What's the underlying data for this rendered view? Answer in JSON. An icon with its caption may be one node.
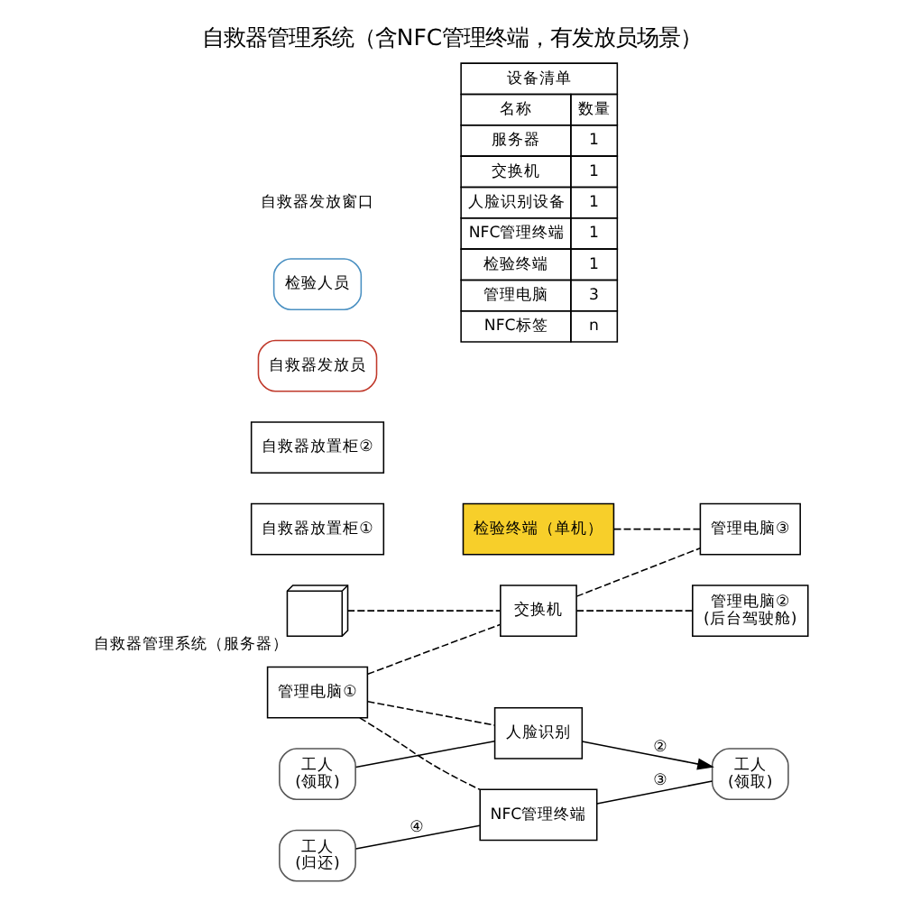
{
  "diagram": {
    "title": "自救器管理系统（含NFC管理终端，有发放员场景）",
    "nodes": [
      {
        "text": [],
        "shape": "computer",
        "beside": [
          "自救器管理系统（服务器）"
        ]
      },
      {
        "text": [
          "自救器放置柜①"
        ]
      },
      {
        "text": [
          "自救器放置柜②"
        ]
      },
      {
        "text": [
          "自救器发放员"
        ]
      },
      {
        "text": [
          "管理电脑①"
        ]
      },
      {
        "text": [
          "NFC管理终端"
        ]
      },
      {
        "text": [
          "工人",
          "(领取)"
        ]
      },
      {
        "text": [
          "人脸识别"
        ]
      },
      {
        "text": [
          "交换机"
        ]
      },
      {
        "text": [
          "管理电脑②",
          "(后台驾驶舱)"
        ]
      },
      {
        "text": [
          "工人",
          "(领取)"
        ]
      },
      {
        "text": [
          "工人",
          "(归还)"
        ]
      },
      {
        "text": [
          "检验人员"
        ]
      },
      {
        "text": [
          "检验终端（单机）"
        ]
      },
      {
        "text": [
          "管理电脑③"
        ]
      }
    ],
    "edges": [
      {
        "from": 0,
        "to": 8,
        "arrow": "none",
        "style": "dashed"
      },
      {
        "from": 4,
        "to": 8,
        "arrow": "none",
        "style": "dashed"
      },
      {
        "from": 8,
        "to": 9,
        "arrow": "none",
        "style": "dashed"
      },
      {
        "from": 4,
        "to": 7,
        "arrow": "none",
        "style": "dashed"
      },
      {
        "from": 4,
        "to": 5,
        "arrow": "none",
        "style": "dashed"
      },
      {
        "from": 8,
        "to": 14,
        "arrow": "none",
        "style": "dashed"
      },
      {
        "from": 13,
        "to": 14,
        "arrow": "none",
        "style": "dashed"
      },
      {
        "from": 7,
        "to": 6,
        "arrow": "to",
        "label": "②"
      },
      {
        "from": 5,
        "to": 6,
        "arrow": "none",
        "label": "③"
      },
      {
        "from": 11,
        "to": 5,
        "arrow": "none",
        "label": "④"
      },
      {
        "from": 10,
        "to": 7,
        "arrow": "none"
      }
    ],
    "labels": [
      "自救器发放窗口",
      "设备清单",
      "名称",
      "数量",
      "服务器",
      "1",
      "交换机",
      "1",
      "人脸识别设备",
      "1",
      "NFC管理终端",
      "1",
      "检验终端",
      "1",
      "管理电脑",
      "3",
      "NFC标签",
      "n"
    ]
  }
}
